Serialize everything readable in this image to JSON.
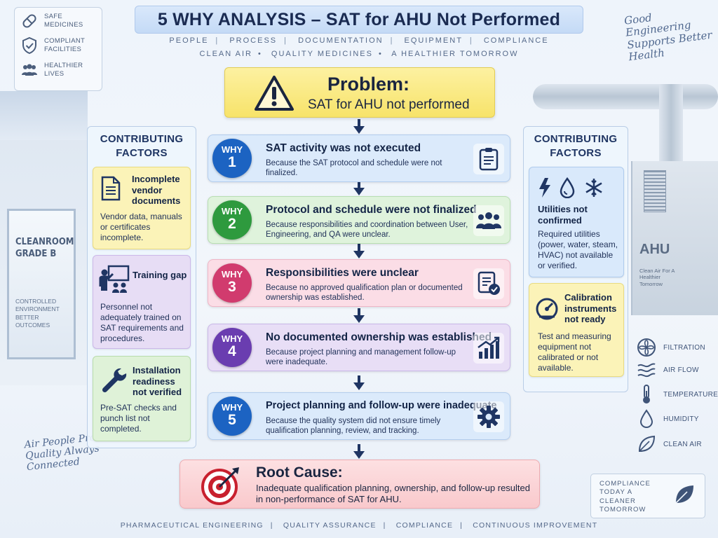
{
  "badges": [
    {
      "icon": "pill-icon",
      "label": "Safe Medicines"
    },
    {
      "icon": "shield-check-icon",
      "label": "Compliant Facilities"
    },
    {
      "icon": "people-icon",
      "label": "Healthier Lives"
    }
  ],
  "header": {
    "title": "5 WHY ANALYSIS – SAT for AHU Not Performed",
    "tags": [
      "PEOPLE",
      "PROCESS",
      "DOCUMENTATION",
      "EQUIPMENT",
      "COMPLIANCE"
    ],
    "slogan": [
      "CLEAN AIR",
      "QUALITY MEDICINES",
      "A HEALTHIER TOMORROW"
    ]
  },
  "notes": {
    "top": "Good Engineering Supports Better Health",
    "bottom": "Air People Process Quality Always Connected"
  },
  "cleanroom": {
    "title": "CLEANROOM GRADE B",
    "subtitle": "Controlled Environment Better Outcomes"
  },
  "ahu": {
    "label": "AHU",
    "subtitle": "Clean Air For A Healthier Tomorrow"
  },
  "problem": {
    "heading": "Problem:",
    "text": "SAT for AHU not performed",
    "icon": "warning-icon"
  },
  "whys": [
    {
      "w": "WHY",
      "n": "1",
      "title": "SAT activity was not executed",
      "desc": "Because the SAT protocol and schedule were not finalized.",
      "icon": "clipboard-icon",
      "color": "#1c63c2",
      "bg": "#dbeafb"
    },
    {
      "w": "WHY",
      "n": "2",
      "title": "Protocol and schedule were not finalized",
      "desc": "Because responsibilities and coordination between User, Engineering, and QA were unclear.",
      "icon": "team-icon",
      "color": "#2e9a3e",
      "bg": "#dff3dc"
    },
    {
      "w": "WHY",
      "n": "3",
      "title": "Responsibilities were unclear",
      "desc": "Because no approved qualification plan or documented ownership was established.",
      "icon": "document-check-icon",
      "color": "#d13b6e",
      "bg": "#fbdde6"
    },
    {
      "w": "WHY",
      "n": "4",
      "title": "No documented ownership was established",
      "desc": "Because project planning and management follow-up were inadequate.",
      "icon": "trend-chart-icon",
      "color": "#6a3db0",
      "bg": "#e8def6"
    },
    {
      "w": "WHY",
      "n": "5",
      "title": "Project planning and follow-up were inadequate",
      "desc": "Because the quality system did not ensure timely qualification planning, review, and tracking.",
      "icon": "gear-icon",
      "color": "#1c63c2",
      "bg": "#dbeafb"
    }
  ],
  "root": {
    "heading": "Root Cause:",
    "text": "Inadequate qualification planning, ownership, and follow-up resulted in non-performance of SAT for AHU.",
    "icon": "target-icon"
  },
  "left_factors": {
    "heading": "CONTRIBUTING FACTORS",
    "items": [
      {
        "title": "Incomplete vendor documents",
        "desc": "Vendor data, manuals or certificates incomplete.",
        "icon": "document-icon",
        "bg": "#fbf3b8"
      },
      {
        "title": "Training gap",
        "desc": "Personnel not adequately trained on SAT requirements and procedures.",
        "icon": "training-icon",
        "bg": "#e7ddf5"
      },
      {
        "title": "Installation readiness not verified",
        "desc": "Pre-SAT checks and punch list not completed.",
        "icon": "wrench-icon",
        "bg": "#dff2d8"
      }
    ]
  },
  "right_factors": {
    "heading": "CONTRIBUTING FACTORS",
    "items": [
      {
        "title": "Utilities not confirmed",
        "desc": "Required utilities (power, water, steam, HVAC) not available or verified.",
        "icon": "utilities-icon",
        "bg": "#d9e9fb"
      },
      {
        "title": "Calibration instruments not ready",
        "desc": "Test and measuring equipment not calibrated or not available.",
        "icon": "gauge-icon",
        "bg": "#fbf3b8"
      }
    ]
  },
  "legend": [
    {
      "icon": "fan-icon",
      "label": "Filtration"
    },
    {
      "icon": "air-flow-icon",
      "label": "Air Flow"
    },
    {
      "icon": "thermometer-icon",
      "label": "Temperature"
    },
    {
      "icon": "droplet-icon",
      "label": "Humidity"
    },
    {
      "icon": "leaf-icon",
      "label": "Clean Air"
    }
  ],
  "compliance": {
    "text": "Compliance Today A Cleaner Tomorrow",
    "icon": "leaf-icon"
  },
  "footer": [
    "PHARMACEUTICAL ENGINEERING",
    "QUALITY ASSURANCE",
    "COMPLIANCE",
    "CONTINUOUS IMPROVEMENT"
  ],
  "colors": {
    "navy": "#1f3563",
    "problem": "#f7e36a",
    "root": "#f9c9cc"
  }
}
